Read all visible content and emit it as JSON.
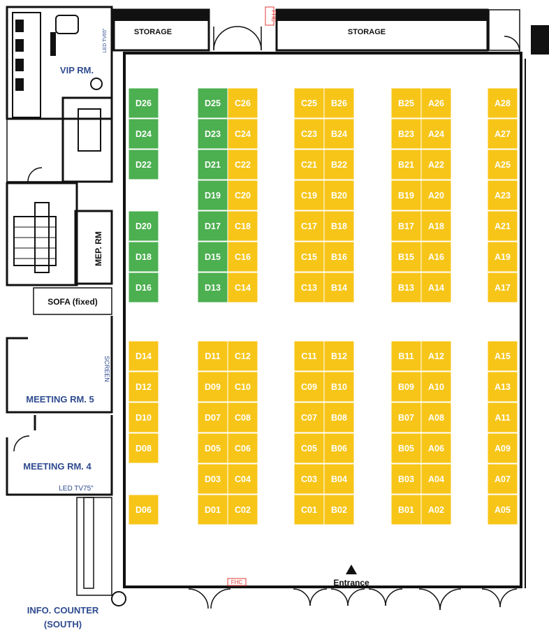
{
  "colors": {
    "booth_yellow": "#f7c518",
    "booth_green": "#4caf50",
    "room_label_blue": "#2e4a8f",
    "fhc_red": "#e53935"
  },
  "rooms": {
    "storage_left": "STORAGE",
    "storage_right": "STORAGE",
    "vip": "VIP RM.",
    "led_tv_top": "LED TV65\"",
    "fhc_top": "FHC",
    "mep": "MEP. RM",
    "sofa": "SOFA (fixed)",
    "screen": "SCREEN",
    "meeting5": "MEETING RM. 5",
    "meeting4": "MEETING RM. 4",
    "led_tv_bottom": "LED TV75\"",
    "info_counter_line1": "INFO. COUNTER",
    "info_counter_line2": "(SOUTH)",
    "fhc_bottom": "FHC",
    "entrance": "Entrance"
  },
  "booths": [
    {
      "id": "D26",
      "color": "green"
    },
    {
      "id": "D24",
      "color": "green"
    },
    {
      "id": "D22",
      "color": "green"
    },
    {
      "id": "D20",
      "color": "green"
    },
    {
      "id": "D18",
      "color": "green"
    },
    {
      "id": "D16",
      "color": "green"
    },
    {
      "id": "D14",
      "color": "yellow"
    },
    {
      "id": "D12",
      "color": "yellow"
    },
    {
      "id": "D10",
      "color": "yellow"
    },
    {
      "id": "D08",
      "color": "yellow"
    },
    {
      "id": "D06",
      "color": "yellow"
    },
    {
      "id": "D25",
      "color": "green"
    },
    {
      "id": "D23",
      "color": "green"
    },
    {
      "id": "D21",
      "color": "green"
    },
    {
      "id": "D19",
      "color": "green"
    },
    {
      "id": "D17",
      "color": "green"
    },
    {
      "id": "D15",
      "color": "green"
    },
    {
      "id": "D13",
      "color": "green"
    },
    {
      "id": "D11",
      "color": "yellow"
    },
    {
      "id": "D09",
      "color": "yellow"
    },
    {
      "id": "D07",
      "color": "yellow"
    },
    {
      "id": "D05",
      "color": "yellow"
    },
    {
      "id": "D03",
      "color": "yellow"
    },
    {
      "id": "D01",
      "color": "yellow"
    },
    {
      "id": "C26",
      "color": "yellow"
    },
    {
      "id": "C24",
      "color": "yellow"
    },
    {
      "id": "C22",
      "color": "yellow"
    },
    {
      "id": "C20",
      "color": "yellow"
    },
    {
      "id": "C18",
      "color": "yellow"
    },
    {
      "id": "C16",
      "color": "yellow"
    },
    {
      "id": "C14",
      "color": "yellow"
    },
    {
      "id": "C12",
      "color": "yellow"
    },
    {
      "id": "C10",
      "color": "yellow"
    },
    {
      "id": "C08",
      "color": "yellow"
    },
    {
      "id": "C06",
      "color": "yellow"
    },
    {
      "id": "C04",
      "color": "yellow"
    },
    {
      "id": "C02",
      "color": "yellow"
    },
    {
      "id": "C25",
      "color": "yellow"
    },
    {
      "id": "C23",
      "color": "yellow"
    },
    {
      "id": "C21",
      "color": "yellow"
    },
    {
      "id": "C19",
      "color": "yellow"
    },
    {
      "id": "C17",
      "color": "yellow"
    },
    {
      "id": "C15",
      "color": "yellow"
    },
    {
      "id": "C13",
      "color": "yellow"
    },
    {
      "id": "C11",
      "color": "yellow"
    },
    {
      "id": "C09",
      "color": "yellow"
    },
    {
      "id": "C07",
      "color": "yellow"
    },
    {
      "id": "C05",
      "color": "yellow"
    },
    {
      "id": "C03",
      "color": "yellow"
    },
    {
      "id": "C01",
      "color": "yellow"
    },
    {
      "id": "B26",
      "color": "yellow"
    },
    {
      "id": "B24",
      "color": "yellow"
    },
    {
      "id": "B22",
      "color": "yellow"
    },
    {
      "id": "B20",
      "color": "yellow"
    },
    {
      "id": "B18",
      "color": "yellow"
    },
    {
      "id": "B16",
      "color": "yellow"
    },
    {
      "id": "B14",
      "color": "yellow"
    },
    {
      "id": "B12",
      "color": "yellow"
    },
    {
      "id": "B10",
      "color": "yellow"
    },
    {
      "id": "B08",
      "color": "yellow"
    },
    {
      "id": "B06",
      "color": "yellow"
    },
    {
      "id": "B04",
      "color": "yellow"
    },
    {
      "id": "B02",
      "color": "yellow"
    },
    {
      "id": "B25",
      "color": "yellow"
    },
    {
      "id": "B23",
      "color": "yellow"
    },
    {
      "id": "B21",
      "color": "yellow"
    },
    {
      "id": "B19",
      "color": "yellow"
    },
    {
      "id": "B17",
      "color": "yellow"
    },
    {
      "id": "B15",
      "color": "yellow"
    },
    {
      "id": "B13",
      "color": "yellow"
    },
    {
      "id": "B11",
      "color": "yellow"
    },
    {
      "id": "B09",
      "color": "yellow"
    },
    {
      "id": "B07",
      "color": "yellow"
    },
    {
      "id": "B05",
      "color": "yellow"
    },
    {
      "id": "B03",
      "color": "yellow"
    },
    {
      "id": "B01",
      "color": "yellow"
    },
    {
      "id": "A26",
      "color": "yellow"
    },
    {
      "id": "A24",
      "color": "yellow"
    },
    {
      "id": "A22",
      "color": "yellow"
    },
    {
      "id": "A20",
      "color": "yellow"
    },
    {
      "id": "A18",
      "color": "yellow"
    },
    {
      "id": "A16",
      "color": "yellow"
    },
    {
      "id": "A14",
      "color": "yellow"
    },
    {
      "id": "A12",
      "color": "yellow"
    },
    {
      "id": "A10",
      "color": "yellow"
    },
    {
      "id": "A08",
      "color": "yellow"
    },
    {
      "id": "A06",
      "color": "yellow"
    },
    {
      "id": "A04",
      "color": "yellow"
    },
    {
      "id": "A02",
      "color": "yellow"
    },
    {
      "id": "A28",
      "color": "yellow"
    },
    {
      "id": "A27",
      "color": "yellow"
    },
    {
      "id": "A25",
      "color": "yellow"
    },
    {
      "id": "A23",
      "color": "yellow"
    },
    {
      "id": "A21",
      "color": "yellow"
    },
    {
      "id": "A19",
      "color": "yellow"
    },
    {
      "id": "A17",
      "color": "yellow"
    },
    {
      "id": "A15",
      "color": "yellow"
    },
    {
      "id": "A13",
      "color": "yellow"
    },
    {
      "id": "A11",
      "color": "yellow"
    },
    {
      "id": "A09",
      "color": "yellow"
    },
    {
      "id": "A07",
      "color": "yellow"
    },
    {
      "id": "A05",
      "color": "yellow"
    }
  ]
}
